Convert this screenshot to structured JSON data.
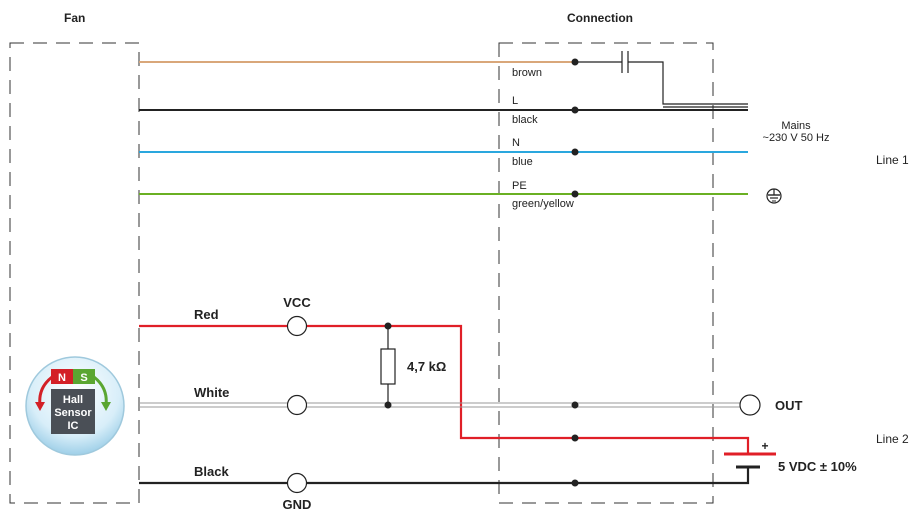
{
  "headers": {
    "fan": "Fan",
    "connection": "Connection"
  },
  "wires": {
    "brown": "brown",
    "l": "L",
    "black": "black",
    "n": "N",
    "blue": "blue",
    "pe": "PE",
    "green_yellow": "green/yellow"
  },
  "mains": {
    "line1": "Mains",
    "line2": "~230 V 50 Hz"
  },
  "lines": {
    "line1": "Line 1",
    "line2": "Line 2"
  },
  "signal": {
    "red": "Red",
    "white": "White",
    "black": "Black",
    "vcc": "VCC",
    "gnd": "GND",
    "resistor": "4,7 kΩ",
    "out": "OUT",
    "plus": "+",
    "supply": "5 VDC ± 10%"
  },
  "sensor": {
    "n": "N",
    "s": "S",
    "l1": "Hall",
    "l2": "Sensor",
    "l3": "IC"
  },
  "colors": {
    "brown": "#d9a77a",
    "black": "#222222",
    "blue": "#2aa7de",
    "green": "#6ab023",
    "red": "#e01f27",
    "white_wire": "#9a9a9a",
    "magnet_n": "#d32027",
    "magnet_s": "#5aa631",
    "ic": "#4a4f56"
  }
}
